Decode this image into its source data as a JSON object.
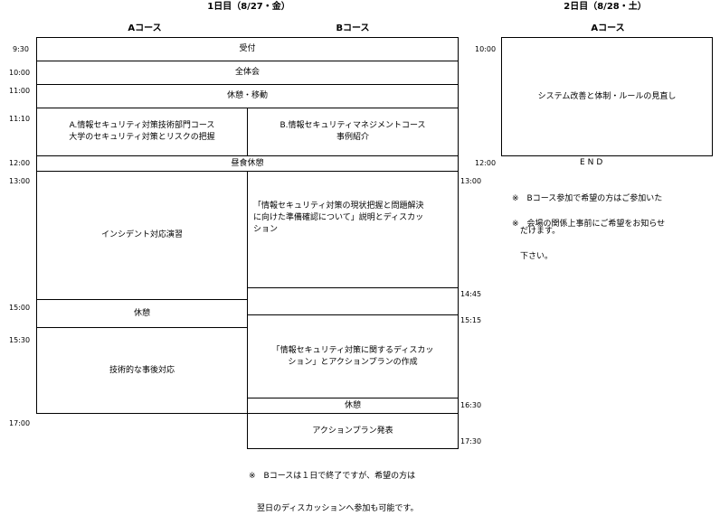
{
  "day1": {
    "title": "1日目（8/27・金）",
    "course_a_label": "Aコース",
    "course_b_label": "Bコース",
    "times_left": {
      "t0930": "9:30",
      "t1000": "10:00",
      "t1100a": "11:00",
      "t1110": "11:10",
      "t1200": "12:00",
      "t1300": "13:00",
      "t1500": "15:00",
      "t1530": "15:30",
      "t1700": "17:00"
    },
    "times_right": {
      "t1300": "13:00",
      "t1445": "14:45",
      "t1515": "15:15",
      "t1630": "16:30",
      "t1730": "17:30"
    },
    "blocks": {
      "reception": "受付",
      "plenary": "全体会",
      "break_move": "休憩・移動",
      "a_session1_line1": "A.情報セキュリティ対策技術部門コース",
      "a_session1_line2": "大学のセキュリティ対策とリスクの把握",
      "b_session1_line1": "B.情報セキュリティマネジメントコース",
      "b_session1_line2": "事例紹介",
      "lunch": "昼食休憩",
      "a_incident": "インシデント対応演習",
      "a_break": "休憩",
      "a_post": "技術的な事後対応",
      "b_session2_line1": "「情報セキュリティ対策の現状把握と問題解決",
      "b_session2_line2": "に向けた準備確認について」説明とディスカッ",
      "b_session2_line3": "ション",
      "b_session3_line1": "「情報セキュリティ対策に関するディスカッ",
      "b_session3_line2": "ション」とアクションプランの作成",
      "b_break": "休憩",
      "b_action": "アクションプラン発表"
    },
    "note_line1": "※　Bコースは１日で終了ですが、希望の方は",
    "note_line2": "　翌日のディスカッションへ参加も可能です。"
  },
  "day2": {
    "title": "2日目（8/28・土）",
    "course_a_label": "Aコース",
    "time_start": "10:00",
    "time_end": "12:00",
    "session": "システム改善と体制・ルールの見直し",
    "end_label": "END",
    "note1_line1": "※　Bコース参加で希望の方はご参加いた",
    "note1_line2": "　だけます。",
    "note2_line1": "※　会場の関係上事前にご希望をお知らせ",
    "note2_line2": "　下さい。"
  }
}
